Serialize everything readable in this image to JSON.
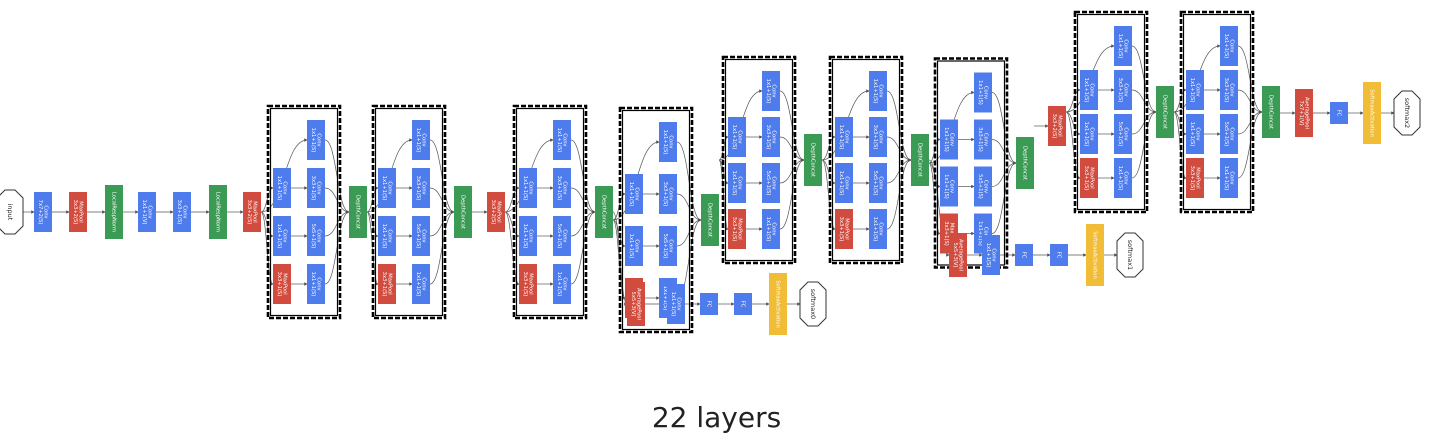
{
  "caption": "22 layers",
  "colors": {
    "conv": "#4f7cec",
    "pool": "#d14b3e",
    "concat": "#3b9b55",
    "softmax": "#f1bc36",
    "edge": "#555555",
    "box_border": "#000000"
  },
  "stem": [
    {
      "type": "io",
      "text": "input"
    },
    {
      "type": "conv",
      "text": "Conv 7x7+2(S)"
    },
    {
      "type": "pool",
      "text": "MaxPool 3x3+2(S)"
    },
    {
      "type": "concat",
      "text": "LocalRespNorm"
    },
    {
      "type": "conv",
      "text": "Conv 1x1+1(V)"
    },
    {
      "type": "conv",
      "text": "Conv 3x3+1(S)"
    },
    {
      "type": "concat",
      "text": "LocalRespNorm"
    },
    {
      "type": "pool",
      "text": "MaxPool 3x3+2(S)"
    }
  ],
  "inception_template": {
    "stage1": [
      "Conv 1x1+1(S)",
      "Conv 1x1+1(S)",
      "MaxPool 3x3+1(S)"
    ],
    "stage2": [
      "Conv 1x1+1(S)",
      "Conv 3x3+1(S)",
      "Conv 5x5+1(S)",
      "Conv 1x1+1(S)"
    ],
    "concat": "DepthConcat"
  },
  "between": {
    "pool": "MaxPool 3x3+2(S)",
    "concat": "DepthConcat"
  },
  "aux1": [
    "AveragePool 5x5+3(V)",
    "Conv 1x1+1(S)",
    "FC",
    "FC",
    "SoftmaxActivation",
    "softmax0"
  ],
  "aux2": [
    "AveragePool 5x5+3(V)",
    "Conv 1x1+1(S)",
    "FC",
    "FC",
    "SoftmaxActivation",
    "softmax1"
  ],
  "head": [
    "AveragePool 7x7+1(V)",
    "FC",
    "SoftmaxActivation",
    "softmax2"
  ]
}
